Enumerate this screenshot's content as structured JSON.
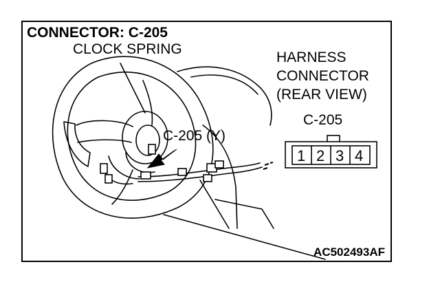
{
  "labels": {
    "title": "CONNECTOR: C-205",
    "clock_spring": "CLOCK SPRING",
    "harness_line1": "HARNESS",
    "harness_line2": "CONNECTOR",
    "harness_line3": "(REAR VIEW)",
    "connector_id": "C-205",
    "connector_callout": "C-205 (Y)",
    "figure_code": "AC502493AF"
  },
  "connector": {
    "pins": [
      "1",
      "2",
      "3",
      "4"
    ]
  },
  "colors": {
    "line": "#000000",
    "background": "#ffffff"
  }
}
